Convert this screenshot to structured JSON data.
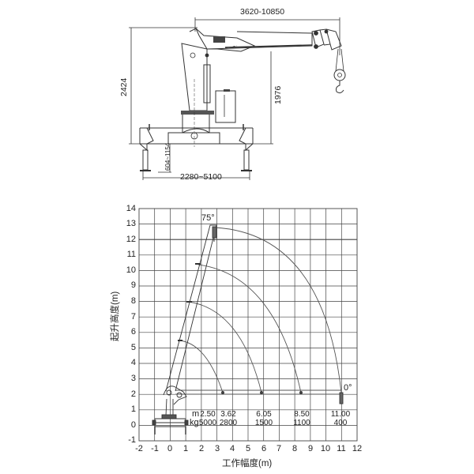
{
  "side_view": {
    "dimensions": {
      "boom_reach": "3620-10850",
      "total_height": "2424",
      "boom_height": "1976",
      "outrigger_span": "2280~5100",
      "outrigger_stroke": "604~1154"
    }
  },
  "chart_data": {
    "type": "line",
    "title": "",
    "xlabel": "工作幅度(m)",
    "ylabel": "起升高度(m)",
    "xlim": [
      -2,
      12
    ],
    "ylim": [
      -1,
      14
    ],
    "grid": true,
    "x_ticks": [
      "-2",
      "-1",
      "0",
      "1",
      "2",
      "3",
      "4",
      "5",
      "6",
      "7",
      "8",
      "9",
      "10",
      "11",
      "12"
    ],
    "y_ticks": [
      "-1",
      "0",
      "1",
      "2",
      "3",
      "4",
      "5",
      "6",
      "7",
      "8",
      "9",
      "10",
      "11",
      "12",
      "13",
      "14"
    ],
    "annotations": {
      "max_angle": "75°",
      "min_angle": "0°",
      "unit_m": "m",
      "unit_kg": "kg"
    },
    "load_table": {
      "radius_m": [
        "2.50",
        "3.62",
        "6.05",
        "8.50",
        "11.00"
      ],
      "load_kg": [
        "5000",
        "2800",
        "1500",
        "1100",
        "400"
      ]
    },
    "series": [
      {
        "name": "boom section 1 arc",
        "top_point": [
          0.8,
          5.5
        ],
        "end_point": [
          3.62,
          2.0
        ]
      },
      {
        "name": "boom section 2 arc",
        "top_point": [
          1.3,
          8.0
        ],
        "end_point": [
          6.05,
          2.0
        ]
      },
      {
        "name": "boom section 3 arc",
        "top_point": [
          2.0,
          10.5
        ],
        "end_point": [
          8.5,
          2.0
        ]
      },
      {
        "name": "boom section 4 arc",
        "top_point": [
          3.0,
          12.8
        ],
        "end_point": [
          11.0,
          2.0
        ]
      }
    ]
  }
}
